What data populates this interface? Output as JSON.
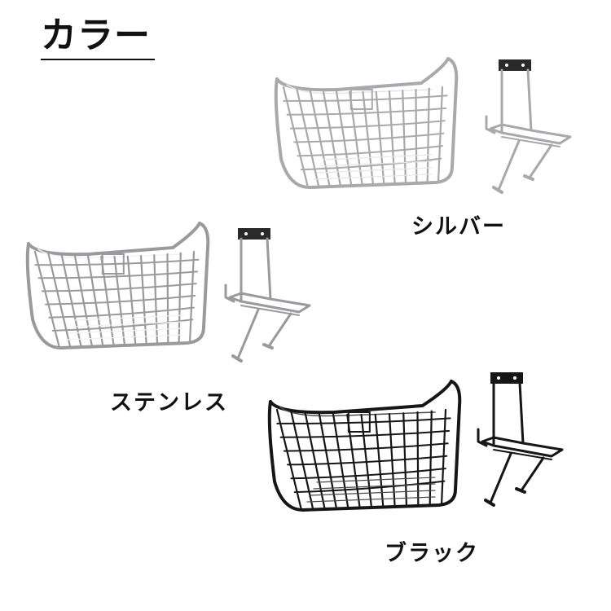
{
  "title": "カラー",
  "variants": [
    {
      "label": "シルバー",
      "wire_color": "#a8a8ad",
      "highlight": "#e6e6ea",
      "mount_color": "#2a2a2a"
    },
    {
      "label": "ステンレス",
      "wire_color": "#9a9a9e",
      "highlight": "#f2f2f4",
      "mount_color": "#2a2a2a"
    },
    {
      "label": "ブラック",
      "wire_color": "#161616",
      "highlight": "#4a4a4a",
      "mount_color": "#161616"
    }
  ]
}
